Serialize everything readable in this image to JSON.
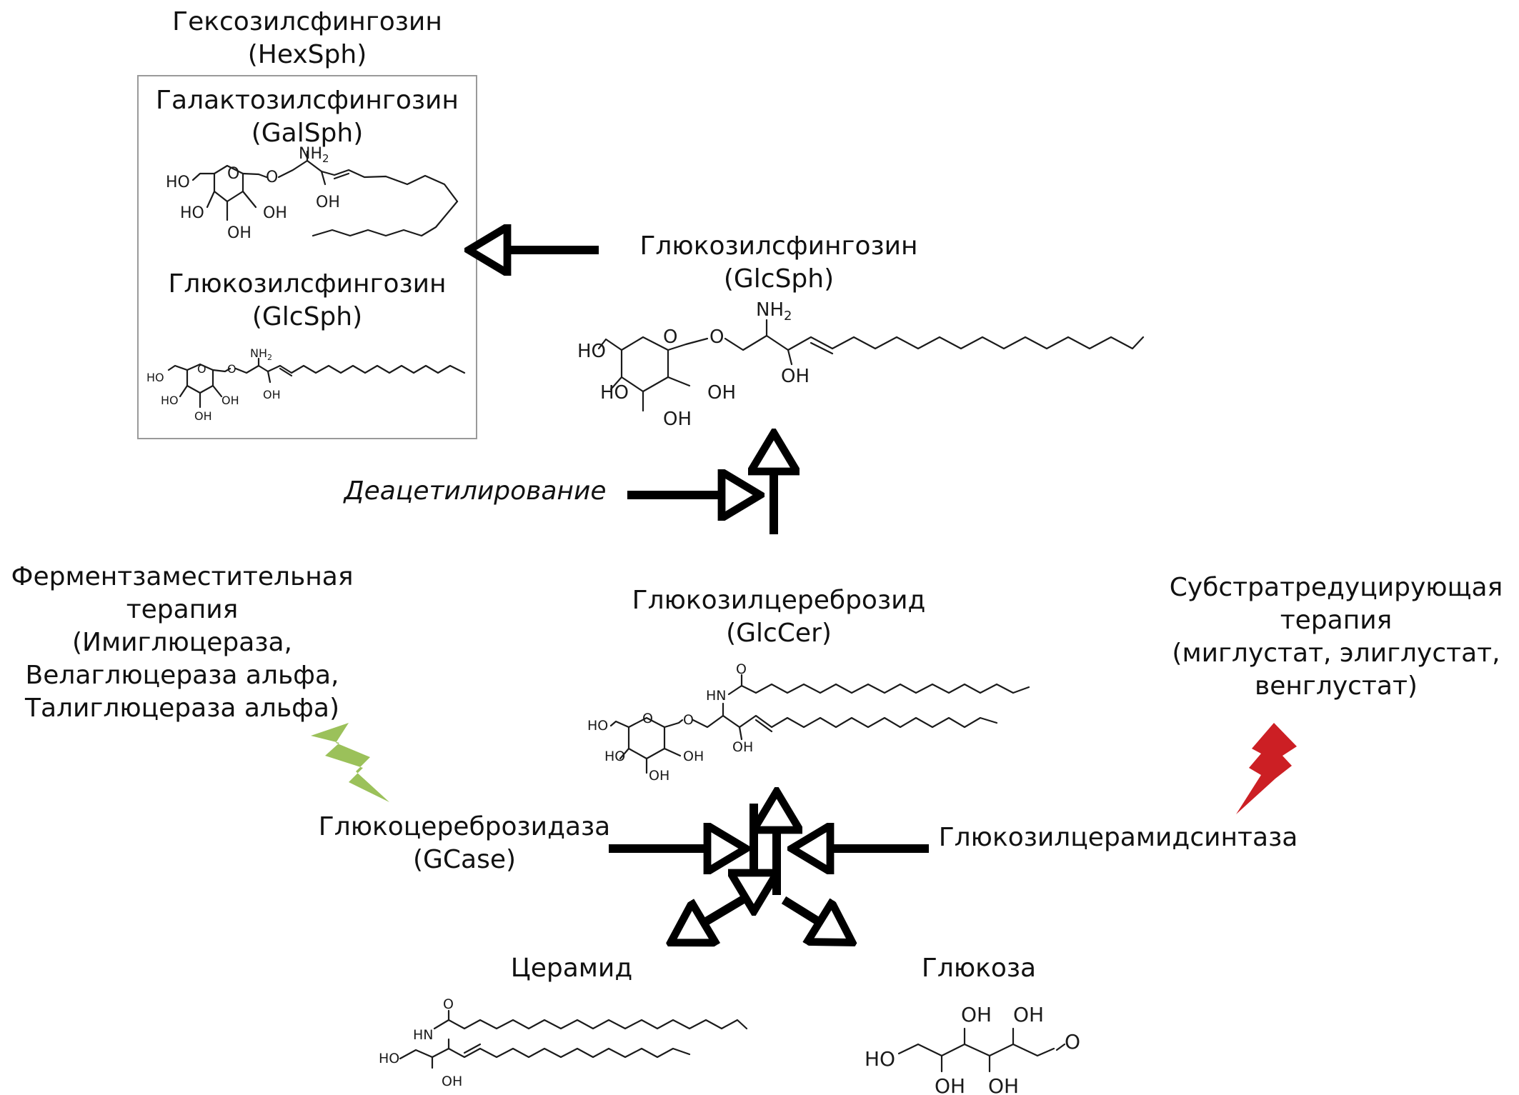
{
  "labels": {
    "hexsph_name": "Гексозилсфингозин",
    "hexsph_abbr": "(HexSph)",
    "galsph_name": "Галактозилсфингозин",
    "galsph_abbr": "(GalSph)",
    "glcsph_box_name": "Глюкозилсфингозин",
    "glcsph_box_abbr": "(GlcSph)",
    "glcsph_name": "Глюкозилсфингозин",
    "glcsph_abbr": "(GlcSph)",
    "deacetylation": "Деацетилирование",
    "glccer_name": "Глюкозилцереброзид",
    "glccer_abbr": "(GlcCer)",
    "ert_line1": "Ферментзаместительная",
    "ert_line2": "терапия",
    "ert_line3": "(Имиглюцераза,",
    "ert_line4": "Велаглюцераза альфа,",
    "ert_line5": "Талиглюцераза альфа)",
    "srt_line1": "Субстратредуцирующая",
    "srt_line2": "терапия",
    "srt_line3": "(миглустат, элиглустат,",
    "srt_line4": "венглустат)",
    "gcase_name": "Глюкоцереброзидаза",
    "gcase_abbr": "(GCase)",
    "gcs_name": "Глюкозилцерамидсинтаза",
    "ceramide": "Церамид",
    "glucose": "Глюкоза"
  },
  "atoms": {
    "ho": "HO",
    "oh": "OH",
    "o": "O",
    "nh2": "NH",
    "sub2": "2",
    "hn": "HN"
  },
  "colors": {
    "ert_bolt": "#9bc15a",
    "srt_bolt": "#cc1f24",
    "arrow": "#000000"
  },
  "icons": {
    "ert_bolt": "lightning-bolt-icon",
    "srt_bolt": "lightning-bolt-icon"
  }
}
